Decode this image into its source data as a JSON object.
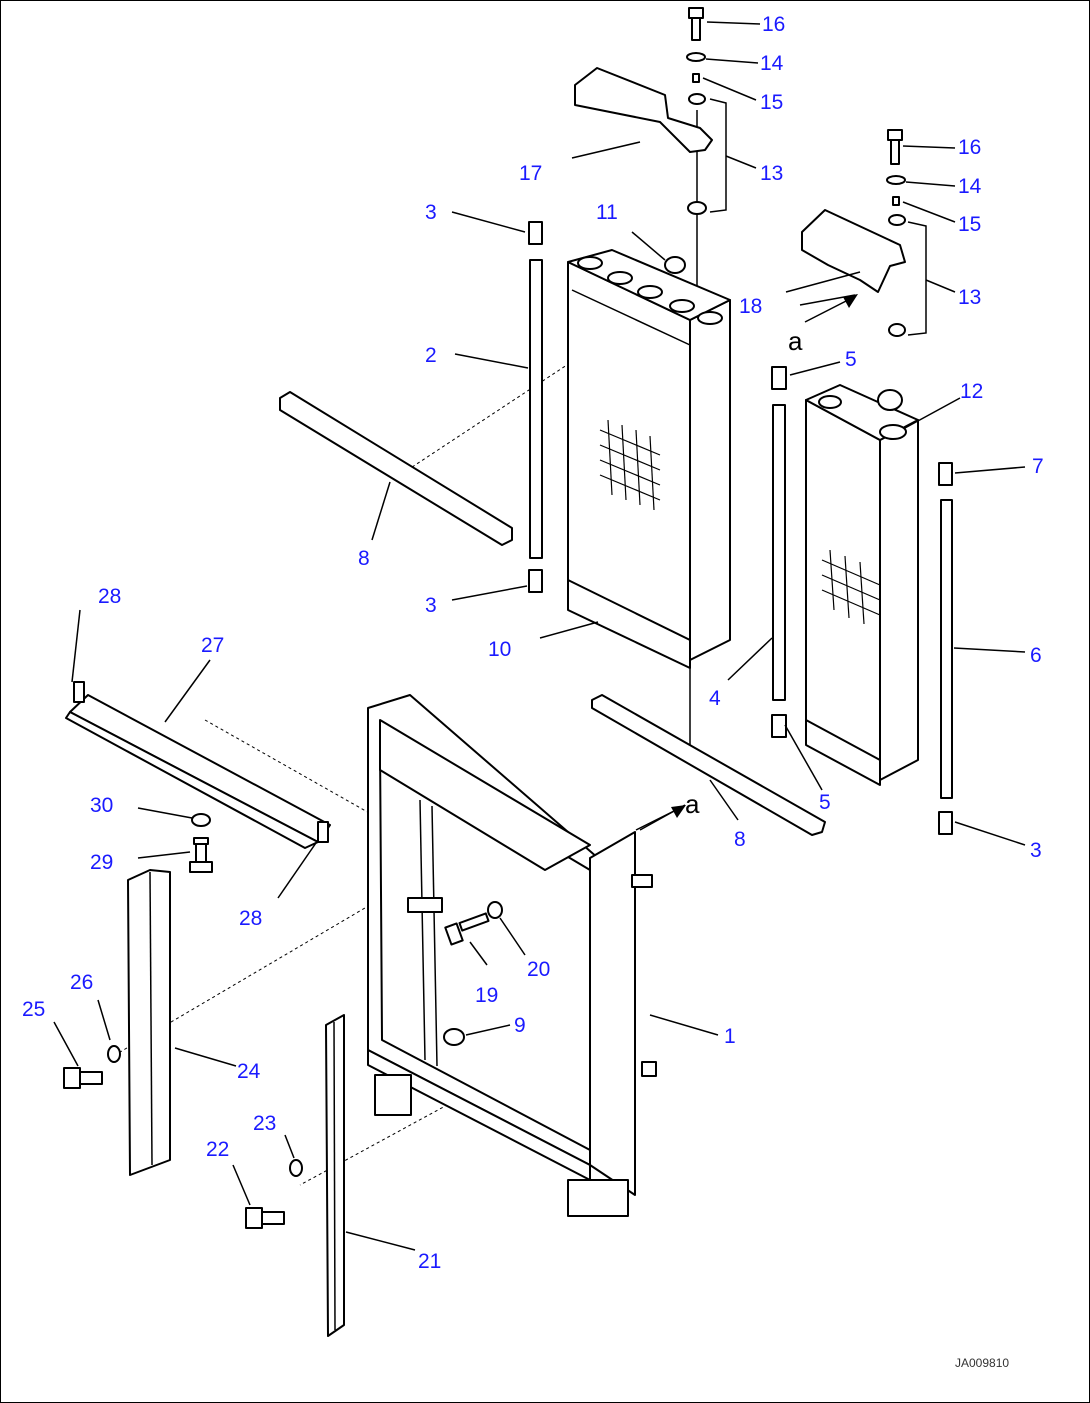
{
  "drawing_code": "JA009810",
  "view_marker": "a",
  "callouts": [
    "1",
    "2",
    "3",
    "3",
    "3",
    "4",
    "5",
    "5",
    "6",
    "7",
    "8",
    "8",
    "9",
    "10",
    "11",
    "12",
    "13",
    "13",
    "14",
    "14",
    "15",
    "15",
    "16",
    "16",
    "17",
    "18",
    "19",
    "20",
    "21",
    "22",
    "23",
    "24",
    "25",
    "26",
    "27",
    "28",
    "28",
    "29",
    "30"
  ]
}
